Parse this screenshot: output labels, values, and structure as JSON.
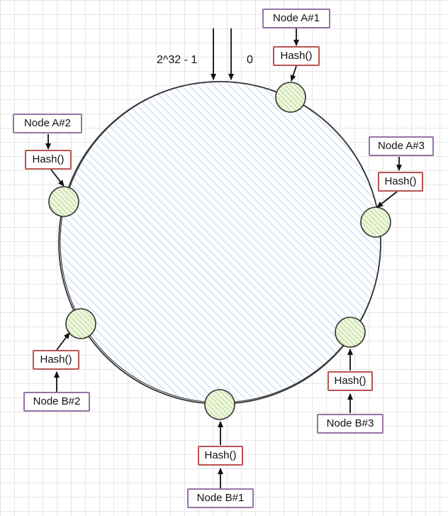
{
  "ring": {
    "max_label": "2^32 - 1",
    "zero_label": "0"
  },
  "nodes": [
    {
      "id": "a1",
      "label": "Node A#1",
      "hash": "Hash()"
    },
    {
      "id": "a2",
      "label": "Node A#2",
      "hash": "Hash()"
    },
    {
      "id": "a3",
      "label": "Node A#3",
      "hash": "Hash()"
    },
    {
      "id": "b1",
      "label": "Node B#1",
      "hash": "Hash()"
    },
    {
      "id": "b2",
      "label": "Node B#2",
      "hash": "Hash()"
    },
    {
      "id": "b3",
      "label": "Node B#3",
      "hash": "Hash()"
    }
  ],
  "colors": {
    "ring_fill": "#dae8fc",
    "ring_stroke": "#333333",
    "node_point_fill": "#d5e8d4",
    "node_box_stroke": "#9673a6",
    "hash_box_stroke": "#b85450"
  }
}
